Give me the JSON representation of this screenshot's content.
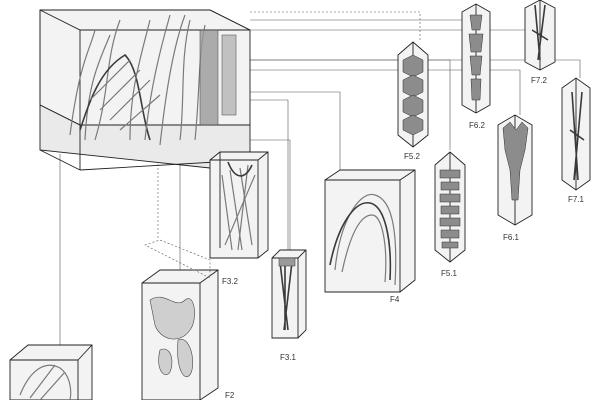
{
  "labels": {
    "f2": "F2",
    "f3_1": "F3.1",
    "f3_2": "F3.2",
    "f4": "F4",
    "f5_1": "F5.1",
    "f5_2": "F5.2",
    "f6_1": "F6.1",
    "f6_2": "F6.2",
    "f7_1": "F7.1",
    "f7_2": "F7.2"
  }
}
